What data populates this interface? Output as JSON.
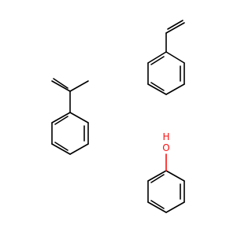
{
  "background": "#ffffff",
  "bond_color": "#000000",
  "molecules": [
    {
      "name": "styrene",
      "atom_labels": []
    },
    {
      "name": "alpha-methylstyrene",
      "atom_labels": []
    },
    {
      "name": "phenol",
      "atom_labels": [
        {
          "text": "O",
          "color": "#ff0d0d"
        },
        {
          "text": "H",
          "color": "#ff0d0d"
        }
      ]
    }
  ]
}
